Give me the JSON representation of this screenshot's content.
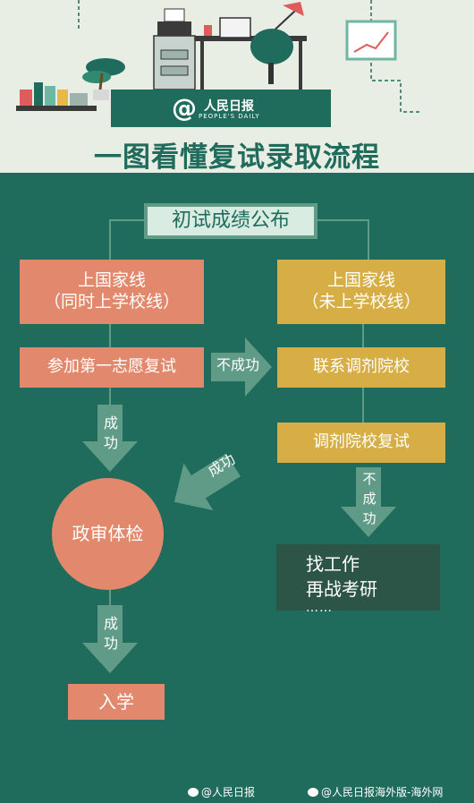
{
  "header": {
    "brand_at": "@",
    "brand_name": "人民日报",
    "brand_en": "PEOPLE'S DAILY",
    "title": "一图看懂复试录取流程"
  },
  "flow": {
    "announce": "初试成绩公布",
    "left_line1": "上国家线",
    "left_line2": "（同时上学校线）",
    "right_line1": "上国家线",
    "right_line2": "（未上学校线）",
    "first_choice": "参加第一志愿复试",
    "contact": "联系调剂院校",
    "adjust_exam": "调剂院校复试",
    "check": "政审体检",
    "job_line1": "找工作",
    "job_line2": "再战考研",
    "job_dots": "……",
    "enroll": "入学"
  },
  "labels": {
    "success1_a": "成",
    "success1_b": "功",
    "success2_a": "成",
    "success2_b": "功",
    "fail_right": "不成功",
    "fail_down_a": "不",
    "fail_down_b": "成",
    "fail_down_c": "功",
    "success_diag": "成功"
  },
  "footer": {
    "credit1": "@人民日报",
    "credit2": "@人民日报海外版-海外网"
  },
  "colors": {
    "background": "#1f6b5c",
    "salmon": "#e2886c",
    "gold": "#d6ae45",
    "arrow": "#5f9b86",
    "dark_box": "#2c5548"
  }
}
